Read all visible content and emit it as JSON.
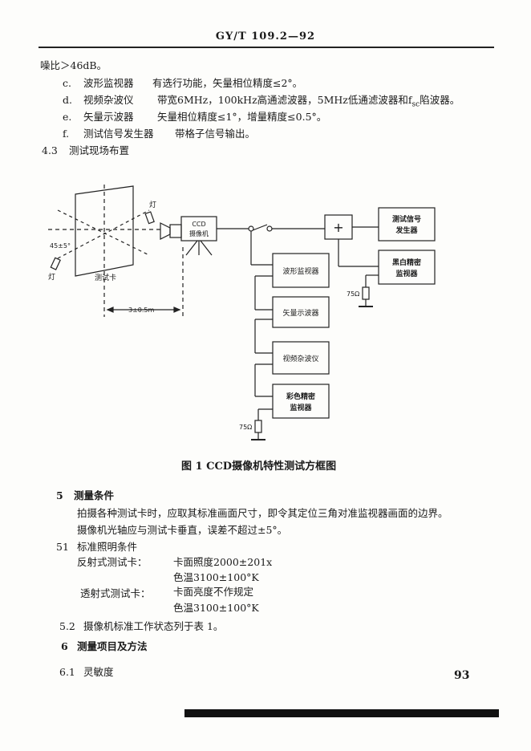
{
  "header": {
    "code": "GY/T 109.2—92"
  },
  "items": {
    "line0": "噪比＞46dB。",
    "c": {
      "mark": "c.",
      "name": "波形监视器",
      "desc": "有选行功能，矢量相位精度≤2°。"
    },
    "d": {
      "mark": "d.",
      "name": "视频杂波仪",
      "desc_a": "带宽6MHz，100kHz高通滤波器，5MHz低通滤波器和f",
      "desc_sub": "sc",
      "desc_b": "陷波器。"
    },
    "e": {
      "mark": "e.",
      "name": "矢量示波器",
      "desc": "矢量相位精度≤1°，增量精度≤0.5°。"
    },
    "f": {
      "mark": "f.",
      "name": "测试信号发生器",
      "desc": "带格子信号输出。"
    }
  },
  "sec43": {
    "num": "4.3",
    "title": "测试现场布置"
  },
  "diagram": {
    "lamp_top": "灯",
    "lamp_left": "灯",
    "angle": "45±5°",
    "test_card": "测试卡",
    "distance": "3±0.5m",
    "camera_l1": "CCD",
    "camera_l2": "摄像机",
    "adder": "+",
    "signal_gen_l1": "测试信号",
    "signal_gen_l2": "发生器",
    "bw_mon_l1": "黑白精密",
    "bw_mon_l2": "监视器",
    "res1": "75Ω",
    "waveform": "波形监视器",
    "vectorscope": "矢量示波器",
    "noise": "视频杂波仪",
    "color_mon_l1": "彩色精密",
    "color_mon_l2": "监视器",
    "res2": "75Ω"
  },
  "figure_caption": "图 1   CCD摄像机特性测试方框图",
  "sec5": {
    "num": "5",
    "title": "测量条件",
    "p1": "拍摄各种测试卡时，应取其标准画面尺寸，即令其定位三角对准监视器画面的边界。",
    "p2": "摄像机光轴应与测试卡垂直，误差不超过±5°。"
  },
  "sec51": {
    "num": "51",
    "title": "标准照明条件",
    "reflective": "反射式测试卡：",
    "illum": "卡面照度2000±201x",
    "colortemp1": "色温3100±100°K",
    "transmissive": "透射式测试卡：",
    "brightness": "卡面亮度不作规定",
    "colortemp2": "色温3100±100°K"
  },
  "sec52": {
    "num": "5.2",
    "text": "摄像机标准工作状态列于表 1。"
  },
  "sec6": {
    "num": "6",
    "title": "测量项目及方法"
  },
  "sec61": {
    "num": "6.1",
    "title": "灵敏度"
  },
  "page_number": "93"
}
